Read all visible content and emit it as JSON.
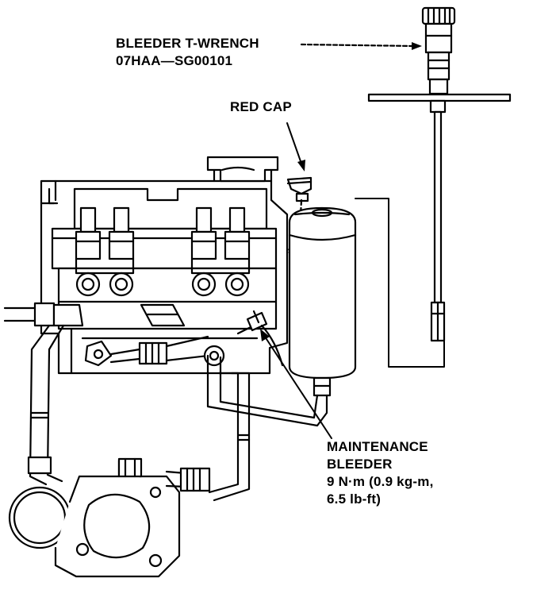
{
  "labels": {
    "bleeder_wrench_line1": "BLEEDER T-WRENCH",
    "bleeder_wrench_line2": "07HAA—SG00101",
    "red_cap": "RED CAP",
    "maintenance_line1": "MAINTENANCE",
    "maintenance_line2": "BLEEDER",
    "maintenance_line3": "9 N·m (0.9 kg-m,",
    "maintenance_line4": "6.5 lb-ft)"
  },
  "colors": {
    "ink": "#000000",
    "paper": "#ffffff"
  }
}
